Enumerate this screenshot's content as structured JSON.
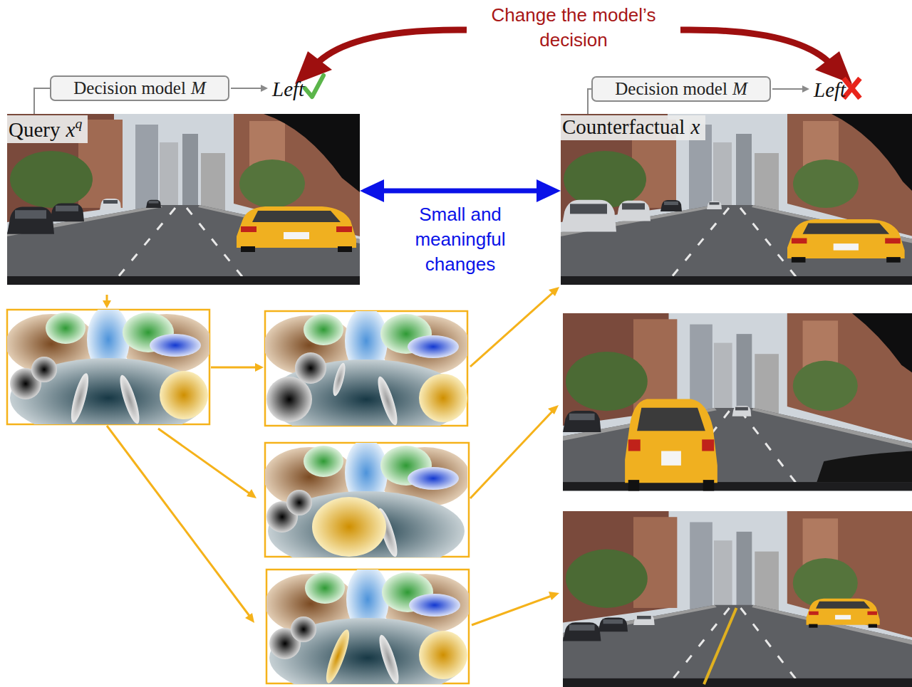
{
  "diagram": {
    "nodes": [
      {
        "text": [
          "Decision model",
          "M"
        ]
      },
      {
        "text": [
          "Decision model",
          "M"
        ]
      },
      {
        "text": [
          "Query",
          "x",
          "q"
        ]
      },
      {
        "text": [
          "Counterfactual",
          "x"
        ]
      }
    ],
    "edges": [
      {
        "from": 2,
        "to": 0,
        "arrow": "none"
      },
      {
        "from": 3,
        "to": 1,
        "arrow": "none"
      },
      {
        "from": 2,
        "to": 3,
        "arrow": "both",
        "label": "Small and meaningful changes"
      }
    ],
    "labels": [
      "Change the model’s decision",
      "Left",
      "Left"
    ]
  }
}
